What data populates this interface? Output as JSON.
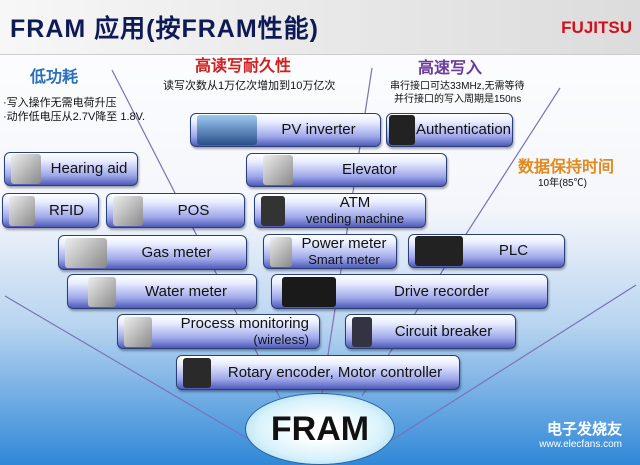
{
  "header": {
    "title": "FRAM 应用(按FRAM性能)",
    "logo": "FUJITSU"
  },
  "categories": [
    {
      "title": "低功耗",
      "color": "#2a6fb8",
      "desc": [
        "·写入操作无需电荷升压",
        "·动作低电压从2.7V降至 1.8V."
      ]
    },
    {
      "title": "高读写耐久性",
      "color": "#d02020",
      "desc": [
        "读写次数从1万亿次增加到10万亿次"
      ]
    },
    {
      "title": "高速写入",
      "color": "#6a3a9a",
      "desc": [
        "串行接口可达33MHz,无需等待",
        "并行接口的写入周期是150ns"
      ]
    },
    {
      "title": "数据保持时间",
      "color": "#e08a20",
      "desc": [
        "10年(85℃)"
      ]
    }
  ],
  "applications": [
    {
      "label": "PV inverter"
    },
    {
      "label": "Authentication"
    },
    {
      "label": "Hearing aid"
    },
    {
      "label": "Elevator"
    },
    {
      "label": "RFID"
    },
    {
      "label": "POS"
    },
    {
      "label": "ATM",
      "sub": "vending machine"
    },
    {
      "label": "Gas meter"
    },
    {
      "label": "Power meter",
      "sub": "Smart meter"
    },
    {
      "label": "PLC"
    },
    {
      "label": "Water meter"
    },
    {
      "label": "Drive recorder"
    },
    {
      "label": "Process monitoring",
      "sub": "(wireless)"
    },
    {
      "label": "Circuit breaker"
    },
    {
      "label": "Rotary encoder, Motor controller"
    }
  ],
  "center": "FRAM",
  "watermark": {
    "name": "电子发烧友",
    "url": "www.elecfans.com"
  }
}
